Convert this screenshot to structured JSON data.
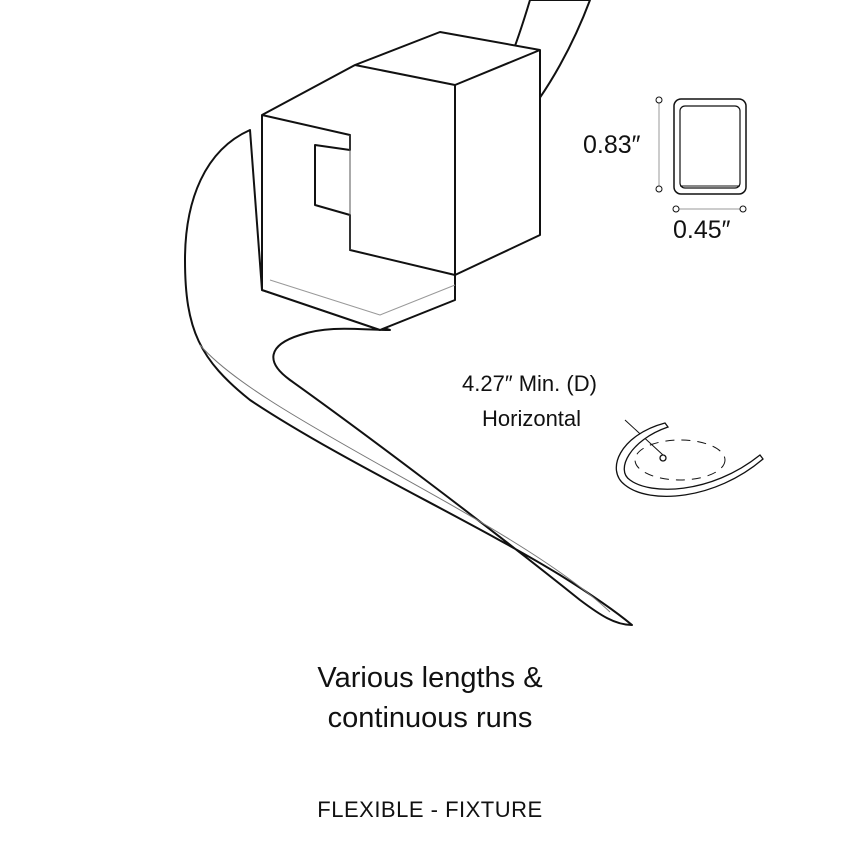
{
  "dimensions": {
    "height": "0.83″",
    "width": "0.45″"
  },
  "bend": {
    "radius": "4.27″ Min. (D)",
    "direction": "Horizontal"
  },
  "caption": {
    "line1": "Various lengths &",
    "line2": "continuous runs"
  },
  "footer": "FLEXIBLE - FIXTURE"
}
